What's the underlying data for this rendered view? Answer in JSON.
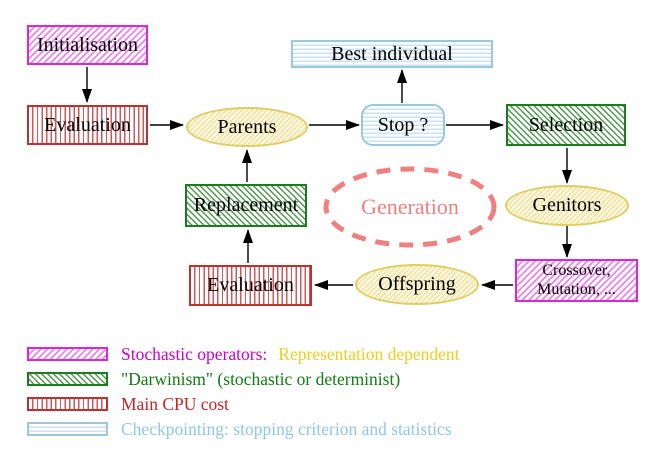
{
  "nodes": {
    "initialisation": {
      "label": "Initialisation"
    },
    "evaluation_top": {
      "label": "Evaluation"
    },
    "parents": {
      "label": "Parents"
    },
    "stop": {
      "label": "Stop ?"
    },
    "best_individual": {
      "label": "Best individual"
    },
    "selection": {
      "label": "Selection"
    },
    "genitors": {
      "label": "Genitors"
    },
    "crossover_mutation": {
      "line1": "Crossover,",
      "line2": "Mutation, ..."
    },
    "offspring": {
      "label": "Offspring"
    },
    "evaluation_bottom": {
      "label": "Evaluation"
    },
    "replacement": {
      "label": "Replacement"
    },
    "generation": {
      "label": "Generation"
    }
  },
  "legend": [
    {
      "swatch": "magenta-diagonal-hatch",
      "parts": [
        {
          "text": "Stochastic operators:",
          "color": "#cc00cc"
        },
        {
          "text": "Representation dependent",
          "color": "#eecf1e"
        }
      ]
    },
    {
      "swatch": "green-diagonal-hatch",
      "parts": [
        {
          "text": "\"Darwinism\" (stochastic or determinist)",
          "color": "#0f7d0f"
        }
      ]
    },
    {
      "swatch": "red-vertical-lines",
      "parts": [
        {
          "text": "Main CPU cost",
          "color": "#cc2222"
        }
      ]
    },
    {
      "swatch": "cyan-horizontal-lines",
      "parts": [
        {
          "text": "Checkpointing: stopping criterion and statistics",
          "color": "#8fc8e8"
        }
      ]
    }
  ],
  "colors": {
    "magenta_border": "#d829d8",
    "magenta_hatch": "#ee85ee",
    "green_border": "#1e7a1e",
    "green_hatch": "#4d9a4d",
    "red_border": "#bf3030",
    "red_lines": "#d05858",
    "cyan_border": "#9cc8dc",
    "cyan_lines": "#c9e4f0",
    "yellow_border": "#e2cd62",
    "yellow_fill": "#fdf8e4",
    "yellow_hatch": "#f1e29e",
    "generation_dash": "#f08080",
    "arrow": "#000000",
    "background": "#ffffff"
  }
}
